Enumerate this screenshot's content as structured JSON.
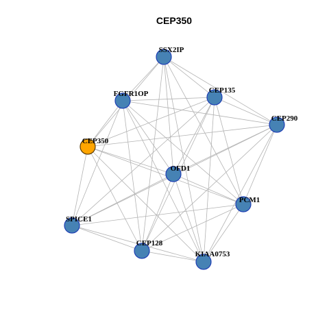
{
  "title": "CEP350",
  "colors": {
    "node": "#4682b4",
    "focus_node": "#ffa500",
    "edge": "#b3b3b3",
    "node_border": "#1f3fb5"
  },
  "nodes": [
    {
      "id": "SSX2IP",
      "label": "SSX2IP",
      "focus": false
    },
    {
      "id": "FGFR1OP",
      "label": "FGFR1OP",
      "focus": false
    },
    {
      "id": "CEP135",
      "label": "CEP135",
      "focus": false
    },
    {
      "id": "CEP290",
      "label": "CEP290",
      "focus": false
    },
    {
      "id": "CEP350",
      "label": "CEP350",
      "focus": true
    },
    {
      "id": "OFD1",
      "label": "OFD1",
      "focus": false
    },
    {
      "id": "PCM1",
      "label": "PCM1",
      "focus": false
    },
    {
      "id": "SPICE1",
      "label": "SPICE1",
      "focus": false
    },
    {
      "id": "CEP128",
      "label": "CEP128",
      "focus": false
    },
    {
      "id": "KIAA0753",
      "label": "KIAA0753",
      "focus": false
    }
  ],
  "edges": [
    [
      "SSX2IP",
      "FGFR1OP"
    ],
    [
      "SSX2IP",
      "CEP135"
    ],
    [
      "SSX2IP",
      "CEP290"
    ],
    [
      "SSX2IP",
      "CEP350"
    ],
    [
      "SSX2IP",
      "OFD1"
    ],
    [
      "SSX2IP",
      "PCM1"
    ],
    [
      "SSX2IP",
      "CEP128"
    ],
    [
      "SSX2IP",
      "KIAA0753"
    ],
    [
      "FGFR1OP",
      "CEP135"
    ],
    [
      "FGFR1OP",
      "CEP290"
    ],
    [
      "FGFR1OP",
      "CEP350"
    ],
    [
      "FGFR1OP",
      "OFD1"
    ],
    [
      "FGFR1OP",
      "PCM1"
    ],
    [
      "FGFR1OP",
      "SPICE1"
    ],
    [
      "FGFR1OP",
      "CEP128"
    ],
    [
      "FGFR1OP",
      "KIAA0753"
    ],
    [
      "CEP135",
      "CEP290"
    ],
    [
      "CEP135",
      "CEP350"
    ],
    [
      "CEP135",
      "OFD1"
    ],
    [
      "CEP135",
      "PCM1"
    ],
    [
      "CEP135",
      "SPICE1"
    ],
    [
      "CEP135",
      "CEP128"
    ],
    [
      "CEP135",
      "KIAA0753"
    ],
    [
      "CEP290",
      "CEP350"
    ],
    [
      "CEP290",
      "OFD1"
    ],
    [
      "CEP290",
      "PCM1"
    ],
    [
      "CEP290",
      "SPICE1"
    ],
    [
      "CEP290",
      "CEP128"
    ],
    [
      "CEP290",
      "KIAA0753"
    ],
    [
      "CEP350",
      "OFD1"
    ],
    [
      "CEP350",
      "PCM1"
    ],
    [
      "CEP350",
      "SPICE1"
    ],
    [
      "CEP350",
      "CEP128"
    ],
    [
      "CEP350",
      "KIAA0753"
    ],
    [
      "OFD1",
      "PCM1"
    ],
    [
      "OFD1",
      "SPICE1"
    ],
    [
      "OFD1",
      "CEP128"
    ],
    [
      "OFD1",
      "KIAA0753"
    ],
    [
      "PCM1",
      "SPICE1"
    ],
    [
      "PCM1",
      "CEP128"
    ],
    [
      "PCM1",
      "KIAA0753"
    ],
    [
      "SPICE1",
      "CEP128"
    ],
    [
      "SPICE1",
      "KIAA0753"
    ],
    [
      "CEP128",
      "KIAA0753"
    ]
  ]
}
